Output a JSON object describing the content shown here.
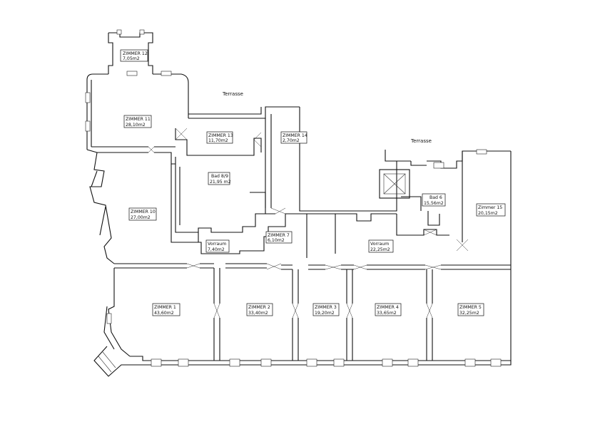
{
  "rooms": [
    {
      "id": "zimmer-12",
      "name": "ZIMMER  12",
      "area": "7,05m2"
    },
    {
      "id": "zimmer-11",
      "name": "ZIMMER  11",
      "area": "28,10m2"
    },
    {
      "id": "zimmer-13",
      "name": "ZIMMER 13",
      "area": "11,70m2"
    },
    {
      "id": "zimmer-14",
      "name": "ZIMMER 14",
      "area": "2,70m2"
    },
    {
      "id": "bad-8-9",
      "name": "Bad 8/9",
      "area": "21,95 m2"
    },
    {
      "id": "zimmer-10",
      "name": "ZIMMER  10",
      "area": "27,00m2"
    },
    {
      "id": "vorraum-1",
      "name": "Vorraum",
      "area": "7,40m2"
    },
    {
      "id": "zimmer-7",
      "name": "ZIMMER  7",
      "area": "6,10m2"
    },
    {
      "id": "vorraum-2",
      "name": "Vorraum",
      "area": "22,25m2"
    },
    {
      "id": "bad-6",
      "name": "Bad  6",
      "area": "15,56m2"
    },
    {
      "id": "zimmer-15",
      "name": "Zimmer  15",
      "area": "20,15m2"
    },
    {
      "id": "zimmer-1",
      "name": "ZIMMER  1",
      "area": "43,60m2"
    },
    {
      "id": "zimmer-2",
      "name": "ZIMMER  2",
      "area": "33,40m2"
    },
    {
      "id": "zimmer-3",
      "name": "ZIMMER  3",
      "area": "19,20m2"
    },
    {
      "id": "zimmer-4",
      "name": "ZIMMER  4",
      "area": "33,65m2"
    },
    {
      "id": "zimmer-5",
      "name": "ZIMMER  5",
      "area": "32,25m2"
    }
  ],
  "outside": [
    {
      "id": "terrasse-1",
      "label": "Terrasse"
    },
    {
      "id": "terrasse-2",
      "label": "Terrasse"
    }
  ]
}
